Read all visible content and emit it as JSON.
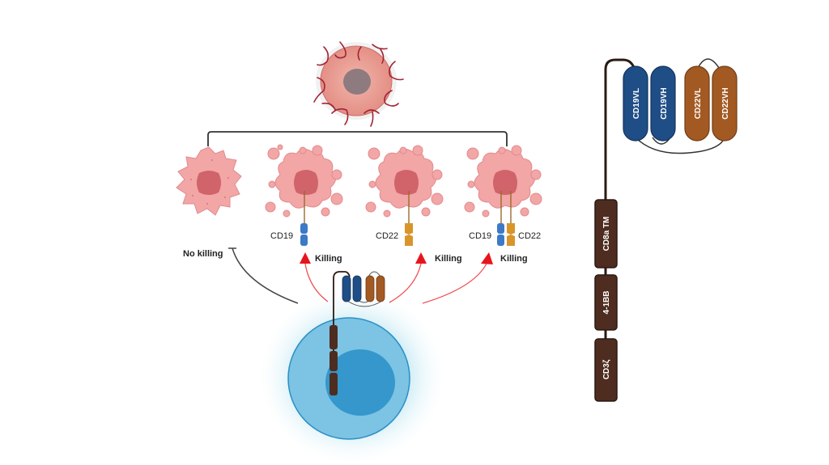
{
  "diagram": {
    "title": "Bispecific CD19/CD22 CAR-T mechanism",
    "tumor_cells": [
      {
        "id": "antigen-negative",
        "antigens": [],
        "outcome": "No killing"
      },
      {
        "id": "cd19-positive",
        "antigens": [
          "CD19"
        ],
        "outcome": "Killing"
      },
      {
        "id": "cd22-positive",
        "antigens": [
          "CD22"
        ],
        "outcome": "Killing"
      },
      {
        "id": "cd19-cd22-positive",
        "antigens": [
          "CD19",
          "CD22"
        ],
        "outcome": "Killing"
      }
    ],
    "labels": {
      "no_killing": "No killing",
      "killing": "Killing",
      "cd19": "CD19",
      "cd22": "CD22"
    },
    "car_construct": {
      "scfv_domains": [
        "CD19VL",
        "CD19VH",
        "CD22VL",
        "CD22VH"
      ],
      "intracellular_domains": [
        "CD8a TM",
        "4-1BB",
        "CD3ζ"
      ]
    },
    "colors": {
      "cd19": "#1f4e86",
      "cd19_antigen": "#3d79c7",
      "cd22": "#a35a22",
      "cd22_antigen": "#d9952a",
      "signal": "#4e2c1f",
      "killing_arrow": "#e8141b",
      "tumor": "#f2a6a6",
      "tumor_nucleus": "#d1636b",
      "tcell_outer": "#7cc3e4",
      "tcell_nucleus": "#3597cb"
    }
  }
}
